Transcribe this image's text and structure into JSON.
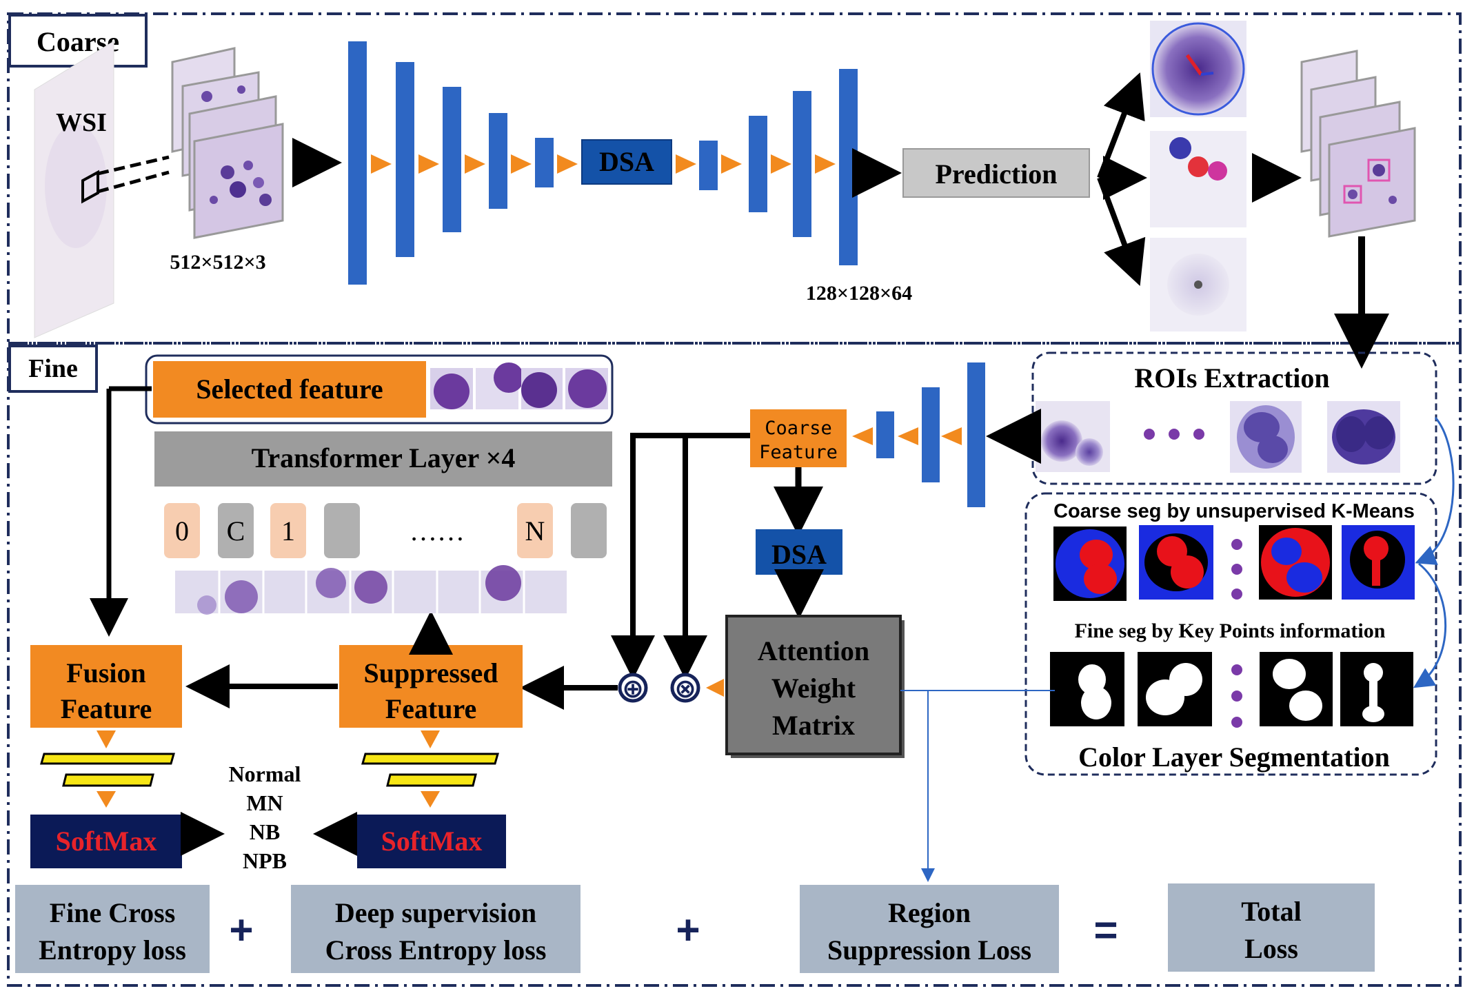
{
  "sections": {
    "coarse": "Coarse",
    "fine": "Fine"
  },
  "labels": {
    "wsi": "WSI",
    "input_dims": "512×512×3",
    "output_dims": "128×128×64",
    "prediction": "Prediction",
    "dsa": "DSA",
    "rois_extraction": "ROIs Extraction",
    "coarse_seg": "Coarse  seg by unsupervised K-Means",
    "fine_seg": "Fine seg by Key Points information",
    "color_layer_seg": "Color Layer Segmentation",
    "coarse_feature_line1": "Coarse",
    "coarse_feature_line2": "Feature",
    "fine_dsa": "DSA",
    "attention_line1": "Attention",
    "attention_line2": "Weight",
    "attention_line3": "Matrix",
    "selected_feature": "Selected feature",
    "transformer_layer": "Transformer Layer  ×4",
    "tokens": [
      "0",
      "C",
      "1",
      "",
      "N",
      ""
    ],
    "token_ellipsis": "……",
    "suppressed_line1": "Suppressed",
    "suppressed_line2": "Feature",
    "fusion_line1": "Fusion",
    "fusion_line2": "Feature",
    "softmax_left": "SoftMax",
    "softmax_right": "SoftMax",
    "classes": [
      "Normal",
      "MN",
      "NB",
      "NPB"
    ],
    "plus_op": "⊕",
    "times_op": "⊗",
    "loss_fine_line1": "Fine Cross",
    "loss_fine_line2": "Entropy loss",
    "loss_deep_line1": "Deep supervision",
    "loss_deep_line2": "Cross Entropy loss",
    "loss_region_line1": "Region",
    "loss_region_line2": "Suppression Loss",
    "loss_total_line1": "Total",
    "loss_total_line2": "Loss",
    "plus1": "+",
    "plus2": "+",
    "equals": "="
  },
  "colors": {
    "frame": "#1f2d5c",
    "blue_layer": "#2d66c3",
    "dsa_bg": "#1452a8",
    "arrow_orange": "#f28a1e",
    "orange_box": "#f28a22",
    "softmax_bg": "#0b1a57",
    "softmax_text": "#e8232a",
    "loss_box": "#a9b6c6",
    "gray_box": "#c8c8c8",
    "transformer_bg": "#9c9c9c",
    "attention_bg": "#7a7a7a",
    "token_peach": "#f7cdb0",
    "token_gray": "#b0b0b0",
    "cell_purple": "#6b3a9e",
    "seg_blue": "#1a2be0",
    "seg_red": "#e8121a",
    "yellow_bar": "#f7e615",
    "dark_blue_text": "#16235a"
  }
}
